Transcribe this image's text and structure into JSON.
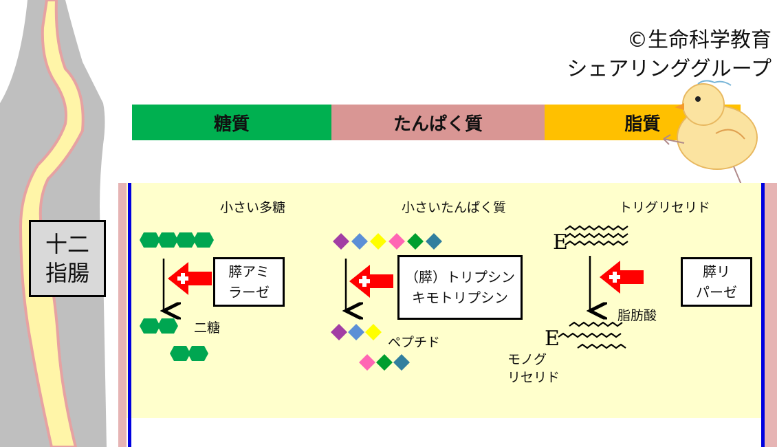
{
  "credit": {
    "line1": "©生命科学教育",
    "line2": "シェアリンググループ"
  },
  "organ": {
    "line1": "十二",
    "line2": "指腸"
  },
  "categories": [
    {
      "label": "糖質",
      "color": "#00b050"
    },
    {
      "label": "たんぱく質",
      "color": "#d99694"
    },
    {
      "label": "脂質",
      "color": "#ffc000"
    }
  ],
  "carbohydrate": {
    "substrate": "小さい多糖",
    "enzyme_line1": "膵アミ",
    "enzyme_line2": "ラーゼ",
    "product": "二糖",
    "hex_color": "#00a651"
  },
  "protein": {
    "substrate": "小さいたんぱく質",
    "enzyme_line1": "（膵）トリプシン",
    "enzyme_line2": "キモトリプシン",
    "product": "ペプチド",
    "diamond_colors": [
      "#a23ea4",
      "#5b8fd6",
      "#ffff00",
      "#ff66b3",
      "#009e2e",
      "#317f9e"
    ]
  },
  "lipid": {
    "substrate": "トリグリセリド",
    "enzyme_line1": "膵リ",
    "enzyme_line2": "パーゼ",
    "product_fatty_acid": "脂肪酸",
    "product_mono_line1": "モノグ",
    "product_mono_line2": "リセリド",
    "glycerol_letter": "E"
  }
}
